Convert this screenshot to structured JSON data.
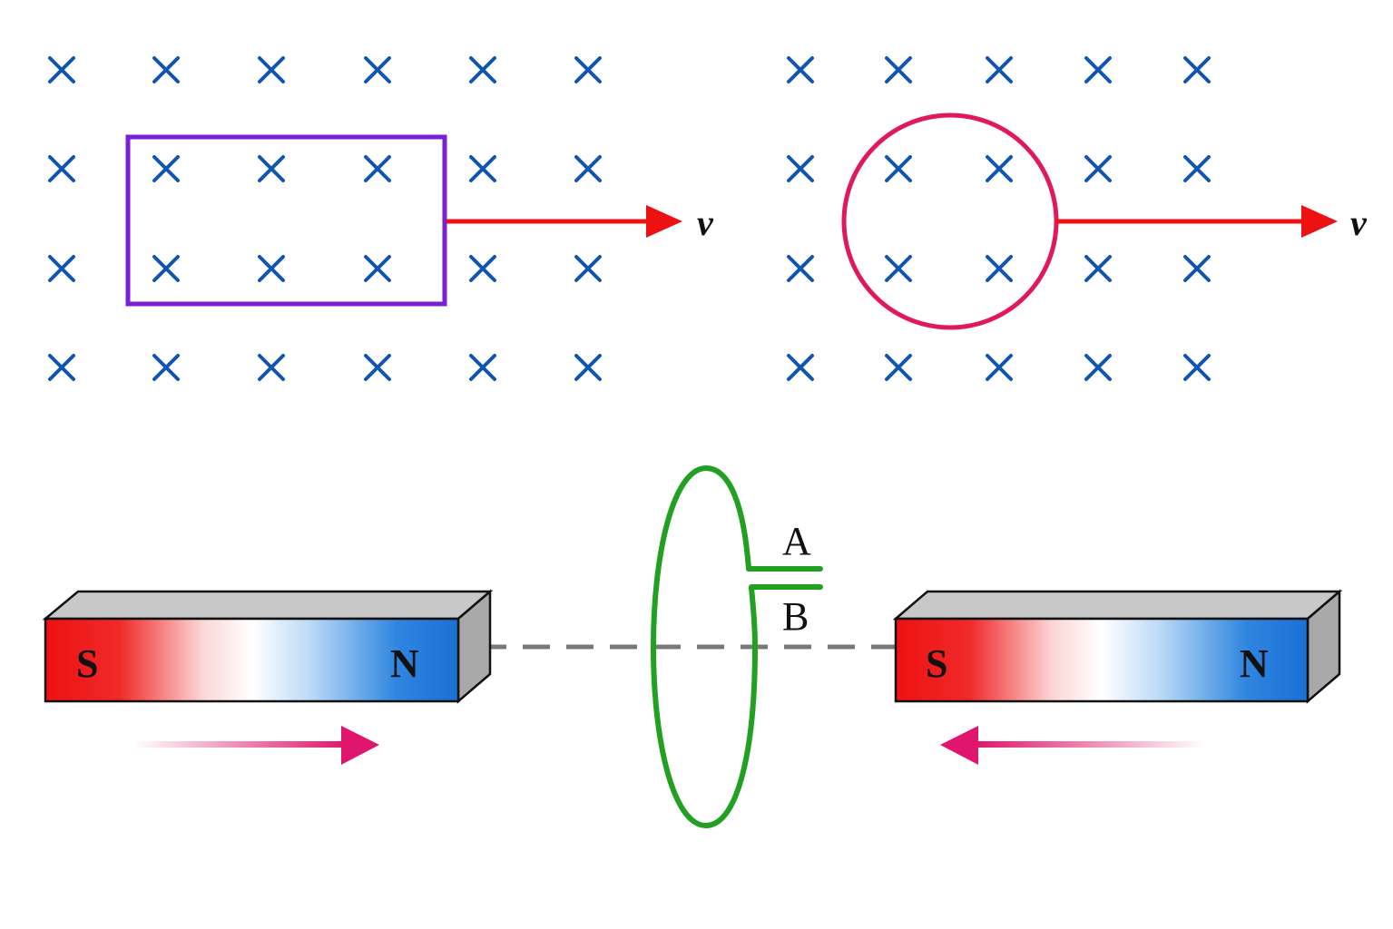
{
  "colors": {
    "cross": "#1055b0",
    "rectangle_loop": "#7a1fd6",
    "circle_loop": "#e0195f",
    "velocity_arrow": "#ee1111",
    "coil": "#22a022",
    "south_red": "#ee1111",
    "north_blue": "#1a74d8",
    "magnet_top": "#c8c8c8",
    "magnet_side": "#a9a9a9",
    "axis_dash": "#7a7a7a",
    "motion_arrow": "#e0156e"
  },
  "panel_left": {
    "velocity_label": "v"
  },
  "panel_right": {
    "velocity_label": "v"
  },
  "magnet_setup": {
    "left_magnet": {
      "pole_left": "S",
      "pole_right": "N"
    },
    "right_magnet": {
      "pole_left": "S",
      "pole_right": "N"
    },
    "coil_terminal_top": "A",
    "coil_terminal_bottom": "B"
  }
}
